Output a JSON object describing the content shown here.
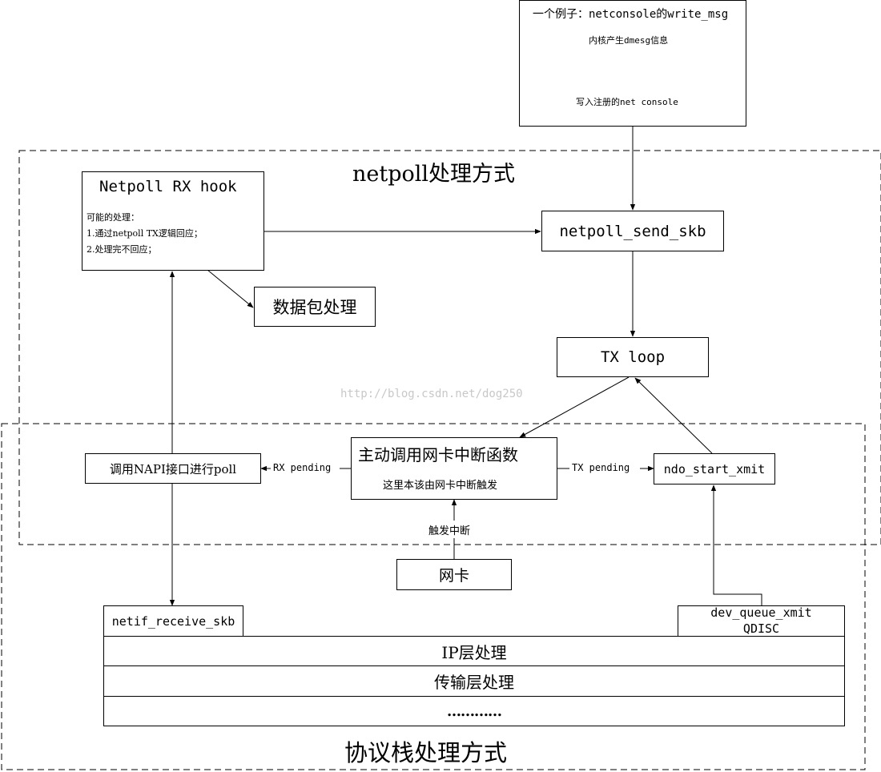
{
  "example_box": {
    "title": "一个例子：netconsole的write_msg",
    "line1": "内核产生dmesg信息",
    "line2": "写入注册的net console"
  },
  "netpoll_region": {
    "title": "netpoll处理方式"
  },
  "stack_region": {
    "title": "协议栈处理方式"
  },
  "rx_hook": {
    "title": "Netpoll RX hook",
    "intro": "可能的处理：",
    "item1": "1.通过netpoll TX逻辑回应；",
    "item2": "2.处理完不回应；"
  },
  "send_skb": {
    "label": "netpoll_send_skb"
  },
  "packet_proc": {
    "label": "数据包处理"
  },
  "tx_loop": {
    "label": "TX loop"
  },
  "watermark": {
    "text": "http://blog.csdn.net/dog250"
  },
  "napi_poll": {
    "label": "调用NAPI接口进行poll"
  },
  "active_irq": {
    "title": "主动调用网卡中断函数",
    "subtitle": "这里本该由网卡中断触发"
  },
  "ndo_xmit": {
    "label": "ndo_start_xmit"
  },
  "edges": {
    "rx_pending": "RX pending",
    "tx_pending": "TX pending",
    "trigger_irq": "触发中断"
  },
  "nic": {
    "label": "网卡"
  },
  "netif_rx": {
    "label": "netif_receive_skb"
  },
  "dev_queue": {
    "line1": "dev_queue_xmit",
    "line2": "QDISC"
  },
  "layers": {
    "ip": "IP层处理",
    "transport": "传输层处理",
    "more": "…………"
  },
  "colors": {
    "line": "#000000",
    "watermark": "#c8c8c8"
  }
}
